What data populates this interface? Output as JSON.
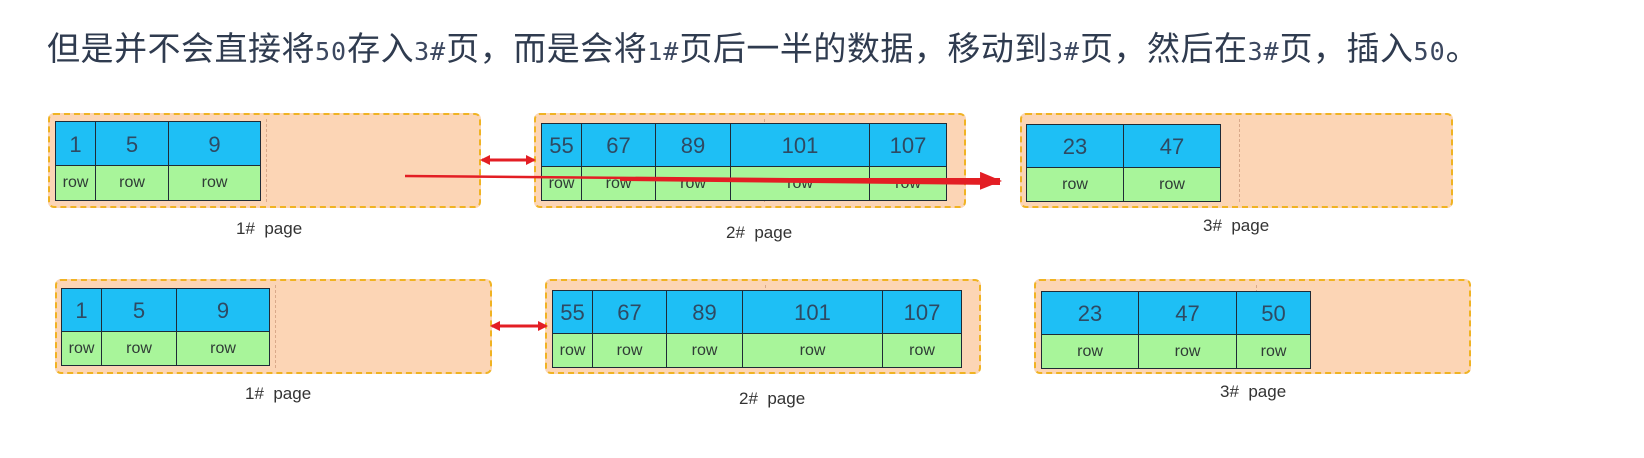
{
  "heading": {
    "parts": [
      "但是并不会直接将",
      "50",
      "存入",
      "3#",
      "页，而是会将",
      "1#",
      "页后一半的数据，移动到",
      "3#",
      "页，然后在",
      "3#",
      "页，插入",
      "50",
      "。"
    ]
  },
  "diagrams": [
    {
      "name": "before",
      "pages": [
        {
          "label": "1#  page",
          "records": [
            {
              "key": "1",
              "value": "row"
            },
            {
              "key": "5",
              "value": "row"
            },
            {
              "key": "9",
              "value": "row"
            }
          ]
        },
        {
          "label": "2#  page",
          "records": [
            {
              "key": "55",
              "value": "row"
            },
            {
              "key": "67",
              "value": "row"
            },
            {
              "key": "89",
              "value": "row"
            },
            {
              "key": "101",
              "value": "row"
            },
            {
              "key": "107",
              "value": "row"
            }
          ]
        },
        {
          "label": "3#  page",
          "records": [
            {
              "key": "23",
              "value": "row"
            },
            {
              "key": "47",
              "value": "row"
            }
          ]
        }
      ]
    },
    {
      "name": "after",
      "pages": [
        {
          "label": "1#  page",
          "records": [
            {
              "key": "1",
              "value": "row"
            },
            {
              "key": "5",
              "value": "row"
            },
            {
              "key": "9",
              "value": "row"
            }
          ]
        },
        {
          "label": "2#  page",
          "records": [
            {
              "key": "55",
              "value": "row"
            },
            {
              "key": "67",
              "value": "row"
            },
            {
              "key": "89",
              "value": "row"
            },
            {
              "key": "101",
              "value": "row"
            },
            {
              "key": "107",
              "value": "row"
            }
          ]
        },
        {
          "label": "3#  page",
          "records": [
            {
              "key": "23",
              "value": "row"
            },
            {
              "key": "47",
              "value": "row"
            },
            {
              "key": "50",
              "value": "row"
            }
          ]
        }
      ]
    }
  ],
  "colors": {
    "page_fill": "#fcd5b5",
    "page_border": "#f0b323",
    "key_fill": "#1ebff5",
    "row_fill": "#a8f59a",
    "arrow": "#e31e24"
  }
}
